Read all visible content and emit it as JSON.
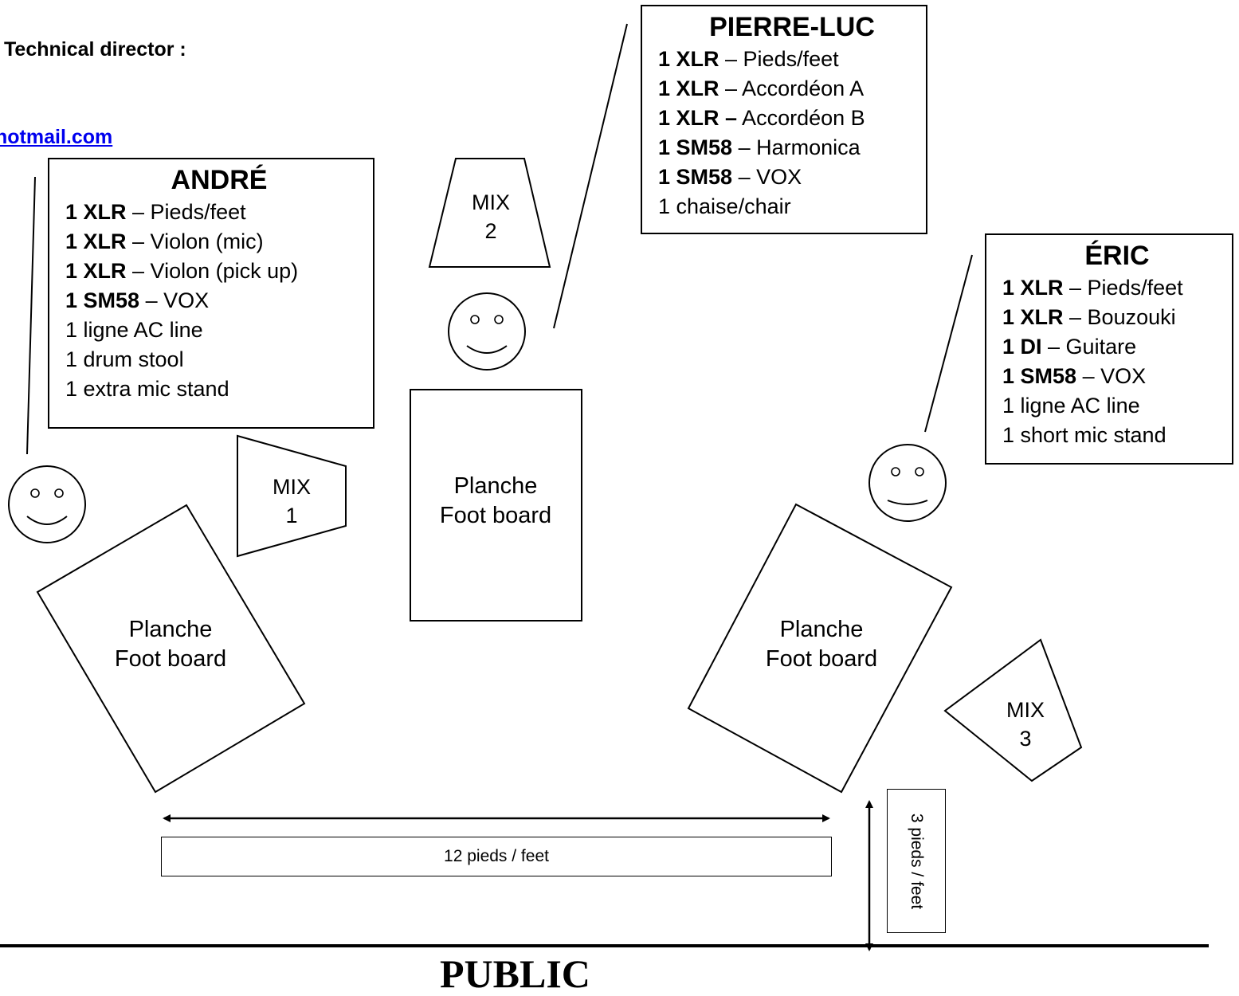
{
  "header": {
    "technical_director_label": "Technical director :",
    "email_fragment": "hotmail.com"
  },
  "musicians": {
    "andre": {
      "name": "ANDRÉ",
      "items": [
        {
          "bold": "1 XLR",
          "text": " – Pieds/feet"
        },
        {
          "bold": "1 XLR",
          "text": " – Violon (mic)"
        },
        {
          "bold": "1 XLR",
          "text": " – Violon (pick up)"
        },
        {
          "bold": "1 SM58",
          "text": " – VOX"
        },
        {
          "bold": "",
          "text": "1 ligne AC line"
        },
        {
          "bold": "",
          "text": "1 drum stool"
        },
        {
          "bold": "",
          "text": "1 extra mic stand"
        }
      ]
    },
    "pierre_luc": {
      "name": "PIERRE-LUC",
      "items": [
        {
          "bold": "1 XLR",
          "text": " – Pieds/feet"
        },
        {
          "bold": "1 XLR",
          "text": " – Accordéon A"
        },
        {
          "bold": "1 XLR –",
          "text": " Accordéon B"
        },
        {
          "bold": "1 SM58",
          "text": " – Harmonica"
        },
        {
          "bold": "1 SM58",
          "text": " – VOX"
        },
        {
          "bold": "",
          "text": "1 chaise/chair"
        }
      ]
    },
    "eric": {
      "name": "ÉRIC",
      "items": [
        {
          "bold": "1 XLR",
          "text": " – Pieds/feet"
        },
        {
          "bold": "1 XLR",
          "text": " – Bouzouki"
        },
        {
          "bold": "1 DI",
          "text": " – Guitare"
        },
        {
          "bold": "1 SM58",
          "text": " – VOX"
        },
        {
          "bold": "",
          "text": "1 ligne AC line"
        },
        {
          "bold": "",
          "text": "1 short mic stand"
        }
      ]
    }
  },
  "footboards": {
    "line1": "Planche",
    "line2": "Foot board"
  },
  "monitors": {
    "mix_word": "MIX",
    "mix1": "1",
    "mix2": "2",
    "mix3": "3"
  },
  "dimensions": {
    "width_label": "12 pieds / feet",
    "depth_label": "3 pieds / feet"
  },
  "audience": {
    "label": "PUBLIC"
  }
}
